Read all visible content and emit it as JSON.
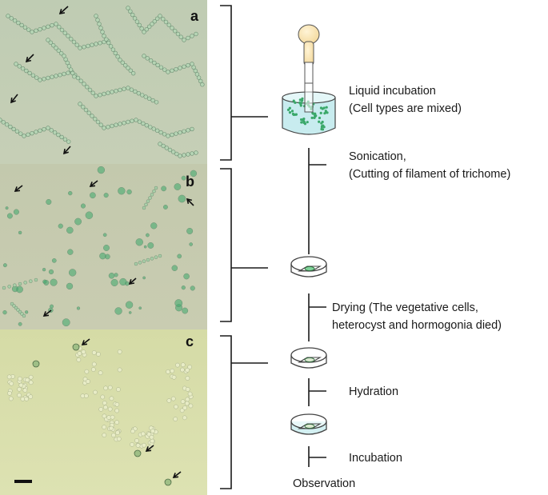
{
  "panels": [
    {
      "letter": "a",
      "color_top": "#bfccb3",
      "color_bottom": "#c6cfb6"
    },
    {
      "letter": "b",
      "color_top": "#c3c9ad",
      "color_bottom": "#c9ccb1"
    },
    {
      "letter": "c",
      "color_top": "#d5dba6",
      "color_bottom": "#dde2b2"
    }
  ],
  "colors": {
    "ink": "#1a1a1a",
    "cell_green": "#3aa86a",
    "cell_outline": "#6e8f74",
    "beaker_water": "#c8ecef",
    "bulb_yellow": "#f3d89b"
  },
  "steps": {
    "liquid_line1": "Liquid incubation",
    "liquid_line2": "(Cell types are mixed)",
    "sonication_line1": "Sonication,",
    "sonication_line2": "(Cutting of filament of trichome)",
    "drying_line1": "Drying (The vegetative cells,",
    "drying_line2": "heterocyst and hormogonia died)",
    "hydration": "Hydration",
    "incubation": "Incubation",
    "observation": "Observation"
  },
  "icons": [
    "pipette-icon",
    "beaker-icon",
    "petri-dish-icon",
    "arrow-icon",
    "scale-bar"
  ]
}
